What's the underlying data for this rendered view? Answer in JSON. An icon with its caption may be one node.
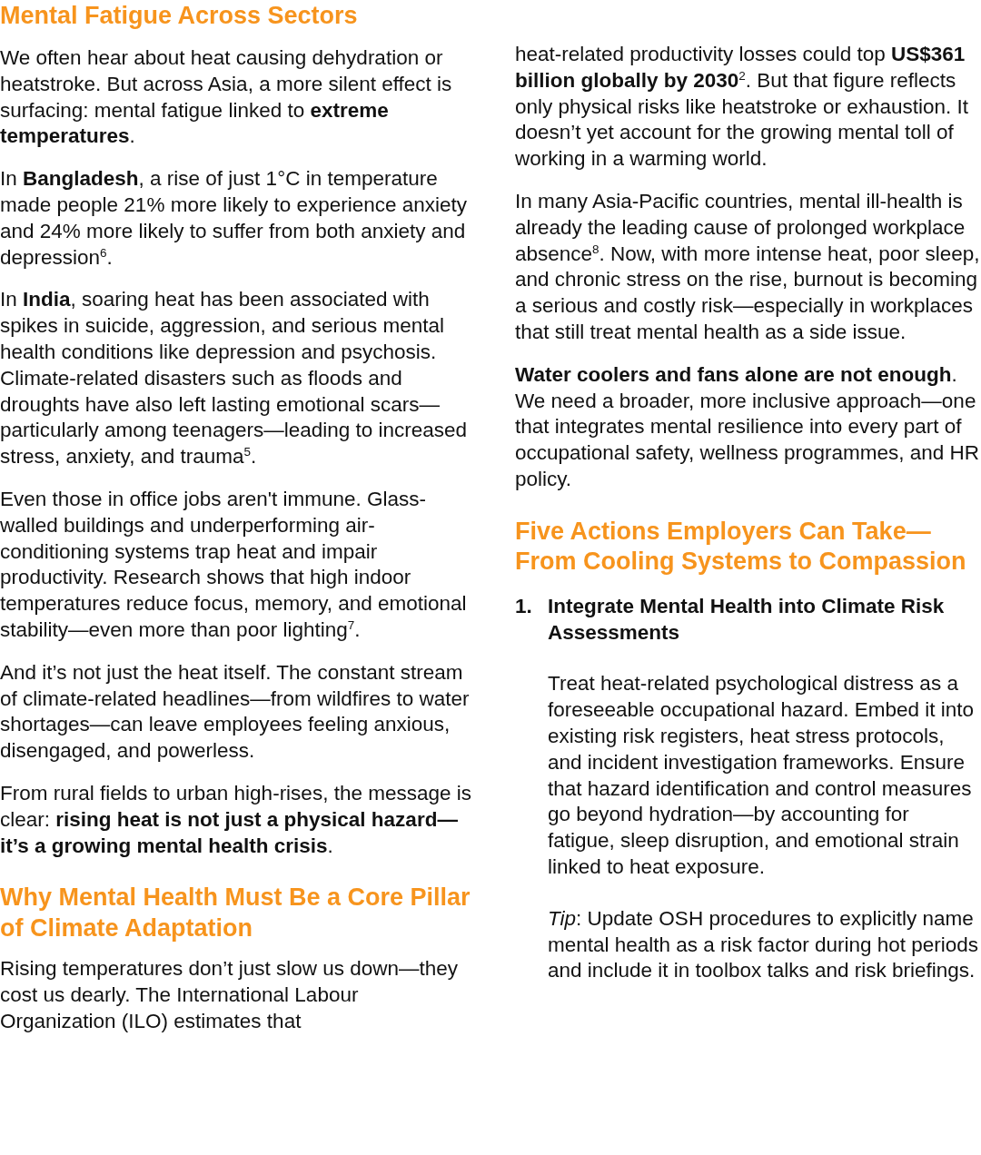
{
  "diagram": {
    "title": "Mental Fatigue Across Sectors",
    "labels": [
      "We often hear about heat causing dehydration or heatstroke. But across Asia, a more silent effect is surfacing: mental fatigue linked to **extreme temperatures**.",
      "In **Bangladesh**, a rise of just 1°C in temperature made people 21% more likely to experience anxiety and 24% more likely to suffer from both anxiety and depression$^{6}$.",
      "In **India**, soaring heat has been associated with spikes in suicide, aggression, and serious mental health conditions like depression and psychosis. Climate-related disasters such as floods and droughts have also left lasting emotional scars—particularly among teenagers—leading to increased stress, anxiety, and trauma$^{5}$.",
      "Even those in office jobs aren't immune. Glass-walled buildings and underperforming air-conditioning systems trap heat and impair productivity. Research shows that high indoor temperatures reduce focus, memory, and emotional stability—even more than poor lighting$^{7}$.",
      "And it’s not just the heat itself. The constant stream of climate-related headlines—from wildfires to water shortages—can leave employees feeling anxious, disengaged, and powerless.",
      "From rural fields to urban high-rises, the message is clear: **rising heat is not just a physical hazard—it’s a growing mental health crisis**.",
      "Why Mental Health Must Be a Core Pillar of Climate Adaptation",
      "Rising temperatures don’t just slow us down—they cost us dearly. The International Labour Organization (ILO) estimates that",
      "heat-related productivity losses could top **US$361 billion globally by 2030**$^{2}$. But that figure reflects only physical risks like heatstroke or exhaustion. It doesn’t yet account for the growing mental toll of working in a warming world.",
      "In many Asia-Pacific countries, mental ill-health is already the leading cause of prolonged workplace absence$^{8}$. Now, with more intense heat, poor sleep, and chronic stress on the rise, burnout is becoming a serious and costly risk—especially in workplaces that still treat mental health as a side issue.",
      "**Water coolers and fans alone are not enough**. We need a broader, more inclusive approach—one that integrates mental resilience into every part of occupational safety, wellness programmes, and HR policy.",
      "Five Actions Employers Can Take—From Cooling Systems to Compassion",
      "1.",
      "Integrate Mental Health into Climate Risk Assessments",
      "Treat heat-related psychological distress as a foreseeable occupational hazard. Embed it into existing risk registers, heat stress protocols, and incident investigation frameworks. Ensure that hazard identification and control measures go beyond hydration—by accounting for fatigue, sleep disruption, and emotional strain linked to heat exposure.",
      "*Tip*: Update OSH procedures to explicitly name mental health as a risk factor during hot periods and include it in toolbox talks and risk briefings."
    ]
  }
}
